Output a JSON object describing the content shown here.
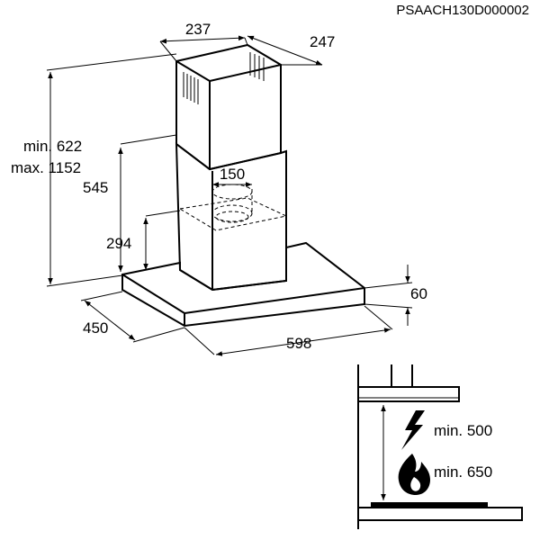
{
  "product_code": "PSAACH130D000002",
  "dimensions": {
    "chimney_width": "237",
    "chimney_depth": "247",
    "height_min": "min. 622",
    "height_max": "max. 1152",
    "outlet_height": "545",
    "outlet_offset": "294",
    "outlet_diameter": "150",
    "canopy_height": "60",
    "canopy_depth": "450",
    "canopy_width": "598"
  },
  "clearances": {
    "electric_hob": "min. 500",
    "gas_hob": "min. 650"
  },
  "icons": {
    "electric": "lightning-bolt-icon",
    "gas": "flame-icon"
  }
}
